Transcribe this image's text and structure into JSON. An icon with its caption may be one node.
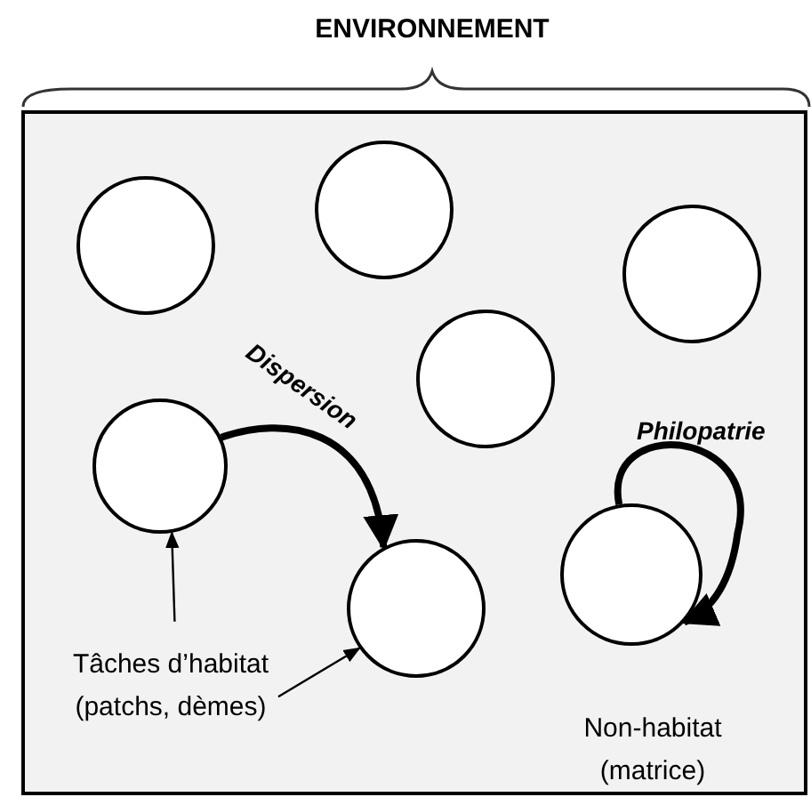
{
  "diagram": {
    "nodes": [
      {
        "text": [
          "ENVIRONNEMENT",
          "Non-habitat (matrice)"
        ]
      },
      {
        "text": [],
        "shape": "circle",
        "in": 0
      },
      {
        "text": [],
        "shape": "circle",
        "in": 0
      },
      {
        "text": [],
        "shape": "circle",
        "in": 0
      },
      {
        "text": [],
        "shape": "circle",
        "in": 0
      },
      {
        "text": [],
        "shape": "circle",
        "in": 0
      },
      {
        "text": [],
        "shape": "circle",
        "in": 0
      },
      {
        "text": [],
        "shape": "circle",
        "in": 0
      },
      {
        "text": [
          "Tâches d’habitat (patchs, dèmes)"
        ],
        "in": 0
      }
    ],
    "edges": [
      {
        "from": 5,
        "to": 6,
        "arrow": "to",
        "label": "Dispersion",
        "style": "thick"
      },
      {
        "from": 7,
        "to": 7,
        "arrow": "to",
        "label": "Philopatrie",
        "style": "thick"
      },
      {
        "from": 8,
        "to": 5,
        "arrow": "to"
      },
      {
        "from": 8,
        "to": 6,
        "arrow": "to"
      }
    ]
  }
}
